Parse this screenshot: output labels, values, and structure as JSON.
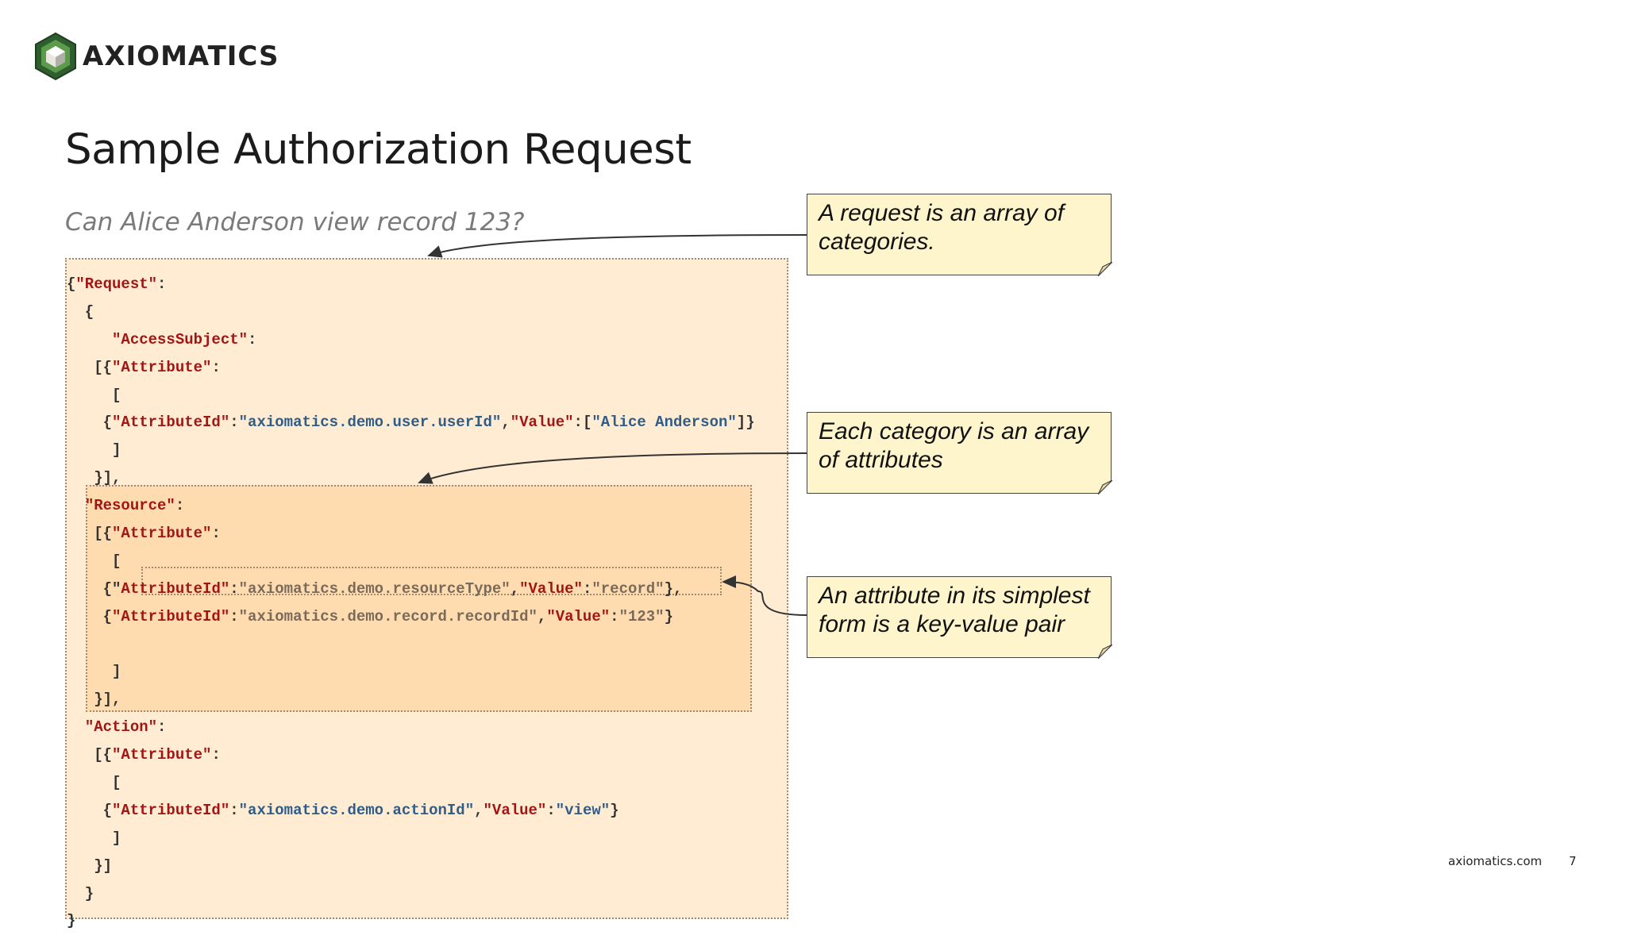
{
  "brand": {
    "logo_text": "AXIOMATICS",
    "logo_icon": "hexagon-cube-icon",
    "accent": "#3f7a3a"
  },
  "slide": {
    "title": "Sample Authorization Request",
    "subtitle": "Can Alice Anderson view record 123?",
    "footer_url": "axiomatics.com",
    "page_number": "7"
  },
  "code_lines": [
    [
      {
        "t": "p",
        "s": "{"
      },
      {
        "t": "k",
        "s": "\"Request\""
      },
      {
        "t": "p",
        "s": ":"
      }
    ],
    [
      {
        "t": "p",
        "s": "  {"
      }
    ],
    [
      {
        "t": "p",
        "s": "     "
      },
      {
        "t": "k",
        "s": "\"AccessSubject\""
      },
      {
        "t": "p",
        "s": ":"
      }
    ],
    [
      {
        "t": "p",
        "s": "   [{"
      },
      {
        "t": "k",
        "s": "\"Attribute\""
      },
      {
        "t": "p",
        "s": ":"
      }
    ],
    [
      {
        "t": "p",
        "s": "     ["
      }
    ],
    [
      {
        "t": "p",
        "s": "    {"
      },
      {
        "t": "k",
        "s": "\"AttributeId\""
      },
      {
        "t": "p",
        "s": ":"
      },
      {
        "t": "v",
        "s": "\"axiomatics.demo.user.userId\""
      },
      {
        "t": "p",
        "s": ","
      },
      {
        "t": "k",
        "s": "\"Value\""
      },
      {
        "t": "p",
        "s": ":["
      },
      {
        "t": "v",
        "s": "\"Alice Anderson\""
      },
      {
        "t": "p",
        "s": "]}"
      }
    ],
    [
      {
        "t": "p",
        "s": "     ]"
      }
    ],
    [
      {
        "t": "p",
        "s": "   }],"
      }
    ],
    [
      {
        "t": "p",
        "s": "  "
      },
      {
        "t": "k",
        "s": "\"Resource\""
      },
      {
        "t": "p",
        "s": ":"
      }
    ],
    [
      {
        "t": "p",
        "s": "   [{"
      },
      {
        "t": "k",
        "s": "\"Attribute\""
      },
      {
        "t": "p",
        "s": ":"
      }
    ],
    [
      {
        "t": "p",
        "s": "     ["
      }
    ],
    [
      {
        "t": "p",
        "s": "    {\""
      },
      {
        "t": "k",
        "s": "AttributeId\""
      },
      {
        "t": "p",
        "s": ":"
      },
      {
        "t": "d",
        "s": "\"axiomatics.demo.resourceType\""
      },
      {
        "t": "p",
        "s": ","
      },
      {
        "t": "k",
        "s": "\"Value\""
      },
      {
        "t": "p",
        "s": ":"
      },
      {
        "t": "d",
        "s": "\"record\""
      },
      {
        "t": "p",
        "s": "},"
      }
    ],
    [
      {
        "t": "p",
        "s": "    {"
      },
      {
        "t": "k",
        "s": "\"AttributeId\""
      },
      {
        "t": "p",
        "s": ":"
      },
      {
        "t": "d",
        "s": "\"axiomatics.demo.record.recordId\""
      },
      {
        "t": "p",
        "s": ","
      },
      {
        "t": "k",
        "s": "\"Value\""
      },
      {
        "t": "p",
        "s": ":"
      },
      {
        "t": "d",
        "s": "\"123\""
      },
      {
        "t": "p",
        "s": "}"
      }
    ],
    [
      {
        "t": "p",
        "s": ""
      }
    ],
    [
      {
        "t": "p",
        "s": "     ]"
      }
    ],
    [
      {
        "t": "p",
        "s": "   }],"
      }
    ],
    [
      {
        "t": "p",
        "s": "  "
      },
      {
        "t": "k",
        "s": "\"Action\""
      },
      {
        "t": "p",
        "s": ":"
      }
    ],
    [
      {
        "t": "p",
        "s": "   [{"
      },
      {
        "t": "k",
        "s": "\"Attribute\""
      },
      {
        "t": "p",
        "s": ":"
      }
    ],
    [
      {
        "t": "p",
        "s": "     ["
      }
    ],
    [
      {
        "t": "p",
        "s": "    {"
      },
      {
        "t": "k",
        "s": "\"AttributeId\""
      },
      {
        "t": "p",
        "s": ":"
      },
      {
        "t": "v",
        "s": "\"axiomatics.demo.actionId\""
      },
      {
        "t": "p",
        "s": ","
      },
      {
        "t": "k",
        "s": "\"Value\""
      },
      {
        "t": "p",
        "s": ":"
      },
      {
        "t": "v",
        "s": "\"view\""
      },
      {
        "t": "p",
        "s": "}"
      }
    ],
    [
      {
        "t": "p",
        "s": "     ]"
      }
    ],
    [
      {
        "t": "p",
        "s": "   }]"
      }
    ],
    [
      {
        "t": "p",
        "s": "  }"
      }
    ],
    [
      {
        "t": "p",
        "s": "}"
      }
    ]
  ],
  "notes": {
    "note1": {
      "line1": "A request is an array of",
      "line2": "categories."
    },
    "note2": {
      "line1": "Each category is an array",
      "line2": "of attributes"
    },
    "note3": {
      "line1": "An attribute in its simplest",
      "line2": "form is a key-value pair"
    }
  }
}
